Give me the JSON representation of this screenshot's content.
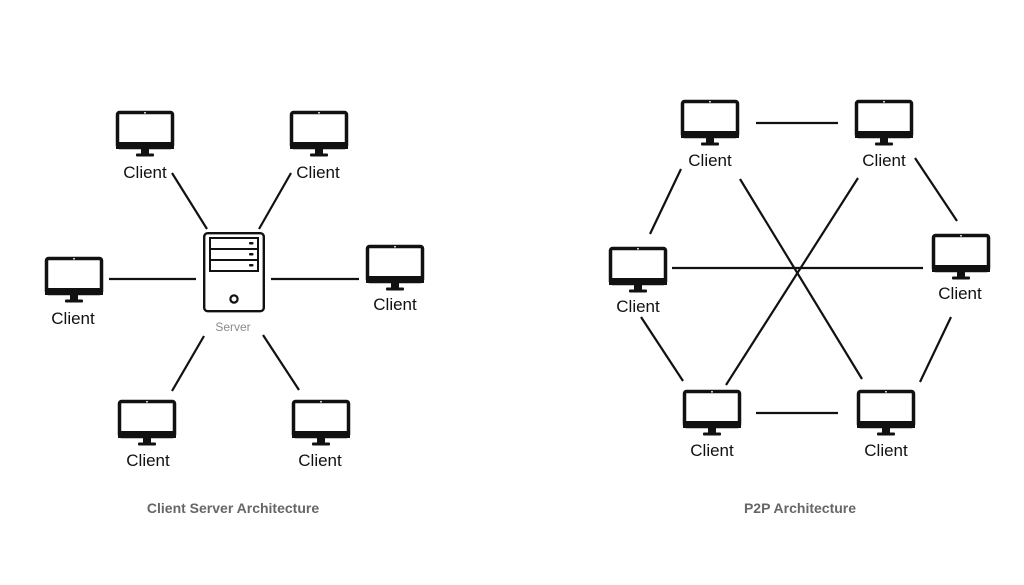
{
  "diagrams": [
    {
      "id": "client-server",
      "title": "Client Server Architecture",
      "server": {
        "label": "Server",
        "icon": "server-tower-icon"
      },
      "clients": [
        {
          "id": "cs-top-left",
          "label": "Client",
          "icon": "desktop-monitor-icon"
        },
        {
          "id": "cs-top-right",
          "label": "Client",
          "icon": "desktop-monitor-icon"
        },
        {
          "id": "cs-left",
          "label": "Client",
          "icon": "desktop-monitor-icon"
        },
        {
          "id": "cs-right",
          "label": "Client",
          "icon": "desktop-monitor-icon"
        },
        {
          "id": "cs-bottom-left",
          "label": "Client",
          "icon": "desktop-monitor-icon"
        },
        {
          "id": "cs-bottom-right",
          "label": "Client",
          "icon": "desktop-monitor-icon"
        }
      ],
      "connections": [
        [
          "server",
          "cs-top-left"
        ],
        [
          "server",
          "cs-top-right"
        ],
        [
          "server",
          "cs-left"
        ],
        [
          "server",
          "cs-right"
        ],
        [
          "server",
          "cs-bottom-left"
        ],
        [
          "server",
          "cs-bottom-right"
        ]
      ]
    },
    {
      "id": "p2p",
      "title": "P2P Architecture",
      "clients": [
        {
          "id": "p-top-left",
          "label": "Client",
          "icon": "desktop-monitor-icon"
        },
        {
          "id": "p-top-right",
          "label": "Client",
          "icon": "desktop-monitor-icon"
        },
        {
          "id": "p-left",
          "label": "Client",
          "icon": "desktop-monitor-icon"
        },
        {
          "id": "p-right",
          "label": "Client",
          "icon": "desktop-monitor-icon"
        },
        {
          "id": "p-bottom-left",
          "label": "Client",
          "icon": "desktop-monitor-icon"
        },
        {
          "id": "p-bottom-right",
          "label": "Client",
          "icon": "desktop-monitor-icon"
        }
      ],
      "connections": [
        [
          "p-top-left",
          "p-top-right"
        ],
        [
          "p-left",
          "p-right"
        ],
        [
          "p-top-left",
          "p-bottom-right"
        ],
        [
          "p-top-right",
          "p-bottom-left"
        ],
        [
          "p-top-left",
          "p-left"
        ],
        [
          "p-top-right",
          "p-right"
        ],
        [
          "p-left",
          "p-bottom-left"
        ],
        [
          "p-right",
          "p-bottom-right"
        ],
        [
          "p-bottom-left",
          "p-bottom-right"
        ]
      ]
    }
  ],
  "colors": {
    "stroke": "#111111",
    "title": "#666666",
    "server_label": "#8a8a8a",
    "background": "#ffffff"
  }
}
